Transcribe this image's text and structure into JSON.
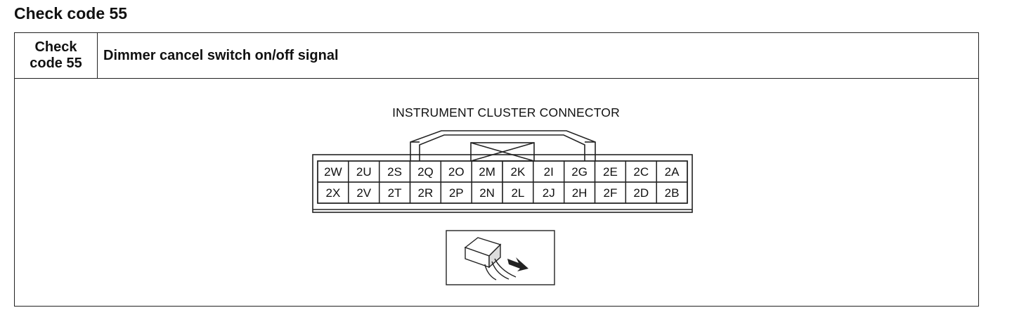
{
  "page_title": "Check code 55",
  "table": {
    "code_label": "Check\ncode 55",
    "description": "Dimmer cancel switch on/off signal"
  },
  "diagram": {
    "connector_title": "INSTRUMENT CLUSTER CONNECTOR",
    "pins_top_row": [
      "2W",
      "2U",
      "2S",
      "2Q",
      "2O",
      "2M",
      "2K",
      "2I",
      "2G",
      "2E",
      "2C",
      "2A"
    ],
    "pins_bottom_row": [
      "2X",
      "2V",
      "2T",
      "2R",
      "2P",
      "2N",
      "2L",
      "2J",
      "2H",
      "2F",
      "2D",
      "2B"
    ]
  }
}
